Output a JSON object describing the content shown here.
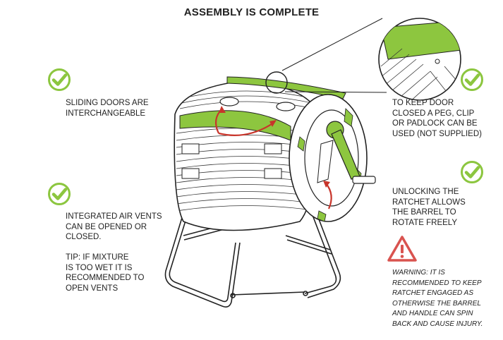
{
  "page": {
    "title": "ASSEMBLY IS COMPLETE"
  },
  "notes": {
    "sliding_doors": [
      "SLIDING DOORS ARE",
      "INTERCHANGEABLE"
    ],
    "air_vents": [
      "INTEGRATED AIR VENTS",
      "CAN BE OPENED OR",
      "CLOSED."
    ],
    "tip": [
      "TIP: IF MIXTURE",
      "IS TOO WET IT IS",
      "RECOMMENDED TO",
      "OPEN VENTS"
    ],
    "door_lock": [
      "TO KEEP DOOR",
      "CLOSED A PEG, CLIP",
      "OR PADLOCK CAN BE",
      "USED (NOT SUPPLIED)"
    ],
    "ratchet": [
      "UNLOCKING THE",
      "RATCHET ALLOWS",
      "THE BARREL TO",
      "ROTATE FREELY"
    ],
    "warning": [
      "WARNING:  IT IS",
      "RECOMMENDED TO KEEP",
      "RATCHET ENGAGED AS",
      "OTHERWISE THE BARREL",
      "AND HANDLE CAN SPIN",
      "BACK AND CAUSE INJURY."
    ]
  },
  "colors": {
    "check_green": "#8cc63f",
    "accent_green": "#8dc63f",
    "arrow_red": "#c8352b",
    "warning_red": "#d9534f",
    "line": "#222222"
  },
  "icons": {
    "check": "check-circle-icon",
    "warning": "warning-triangle-icon"
  }
}
